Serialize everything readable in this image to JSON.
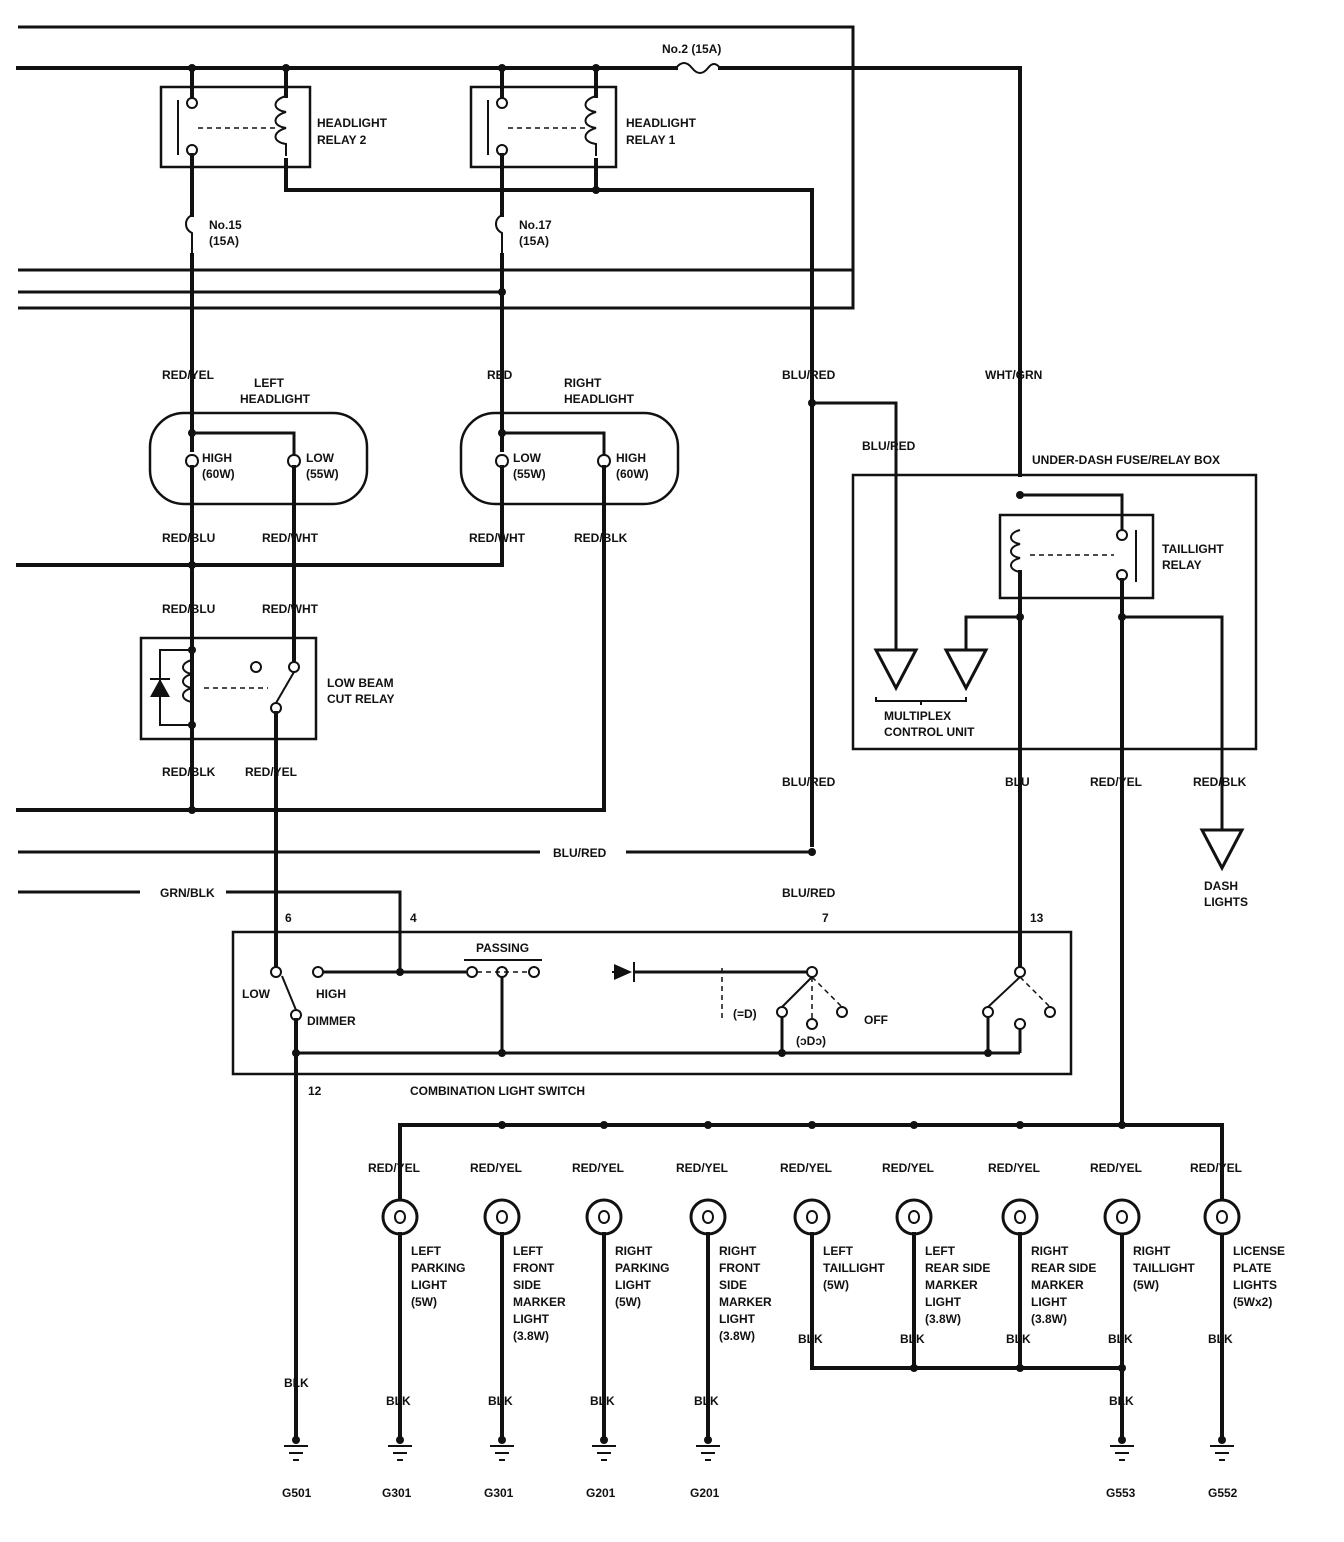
{
  "fuses": {
    "main_fuse": "No.2 (15A)",
    "fuse_15": "No.15",
    "fuse_15_rating": "(15A)",
    "fuse_17": "No.17",
    "fuse_17_rating": "(15A)"
  },
  "relays": {
    "headlight_relay_2": [
      "HEADLIGHT",
      "RELAY 2"
    ],
    "headlight_relay_1": [
      "HEADLIGHT",
      "RELAY 1"
    ],
    "low_beam_cut_relay": [
      "LOW BEAM",
      "CUT RELAY"
    ],
    "taillight_relay": [
      "TAILLIGHT",
      "RELAY"
    ]
  },
  "headlights": {
    "left_title": [
      "LEFT",
      "HEADLIGHT"
    ],
    "left_high": "HIGH",
    "left_high_w": "(60W)",
    "left_low": "LOW",
    "left_low_w": "(55W)",
    "right_title": [
      "RIGHT",
      "HEADLIGHT"
    ],
    "right_low": "LOW",
    "right_low_w": "(55W)",
    "right_high": "HIGH",
    "right_high_w": "(60W)"
  },
  "wire_labels": {
    "red_yel_1": "RED/YEL",
    "red_1": "RED",
    "blu_red_1": "BLU/RED",
    "wht_grn": "WHT/GRN",
    "blu_red_2": "BLU/RED",
    "red_blu_1": "RED/BLU",
    "red_wht_1": "RED/WHT",
    "red_wht_2": "RED/WHT",
    "red_blk_1": "RED/BLK",
    "red_blu_2": "RED/BLU",
    "red_wht_3": "RED/WHT",
    "red_blk_2": "RED/BLK",
    "red_yel_2": "RED/YEL",
    "blu_red_3": "BLU/RED",
    "blu": "BLU",
    "red_yel_3": "RED/YEL",
    "red_blk_3": "RED/BLK",
    "blu_red_h": "BLU/RED",
    "grn_blk": "GRN/BLK",
    "blu_red_4": "BLU/RED",
    "blk_main": "BLK"
  },
  "fuse_box": {
    "title": "UNDER-DASH FUSE/RELAY BOX",
    "multiplex": [
      "MULTIPLEX",
      "CONTROL  UNIT"
    ],
    "dash_lights": [
      "DASH",
      "LIGHTS"
    ]
  },
  "switch": {
    "title": "COMBINATION LIGHT SWITCH",
    "pin_6": "6",
    "pin_4": "4",
    "pin_7": "7",
    "pin_13": "13",
    "pin_12": "12",
    "passing": "PASSING",
    "low": "LOW",
    "high": "HIGH",
    "dimmer": "DIMMER",
    "off": "OFF",
    "pos_a": "(=D)",
    "pos_b": "(ᴐDᴐ)"
  },
  "bulbs": [
    {
      "wire": "RED/YEL",
      "lines": [
        "LEFT",
        "PARKING",
        "LIGHT",
        "(5W)"
      ],
      "gnd_wire": "BLK",
      "ground": "G301"
    },
    {
      "wire": "RED/YEL",
      "lines": [
        "LEFT",
        "FRONT",
        "SIDE",
        "MARKER",
        "LIGHT",
        "(3.8W)"
      ],
      "gnd_wire": "BLK",
      "ground": "G301"
    },
    {
      "wire": "RED/YEL",
      "lines": [
        "RIGHT",
        "PARKING",
        "LIGHT",
        "(5W)"
      ],
      "gnd_wire": "BLK",
      "ground": "G201"
    },
    {
      "wire": "RED/YEL",
      "lines": [
        "RIGHT",
        "FRONT",
        "SIDE",
        "MARKER",
        "LIGHT",
        "(3.8W)"
      ],
      "gnd_wire": "BLK",
      "ground": "G201"
    },
    {
      "wire": "RED/YEL",
      "lines": [
        "LEFT",
        "TAILLIGHT",
        "(5W)"
      ],
      "gnd_wire": "BLK"
    },
    {
      "wire": "RED/YEL",
      "lines": [
        "LEFT",
        "REAR SIDE",
        "MARKER",
        "LIGHT",
        "(3.8W)"
      ],
      "gnd_wire": "BLK"
    },
    {
      "wire": "RED/YEL",
      "lines": [
        "RIGHT",
        "REAR SIDE",
        "MARKER",
        "LIGHT",
        "(3.8W)"
      ],
      "gnd_wire": "BLK"
    },
    {
      "wire": "RED/YEL",
      "lines": [
        "RIGHT",
        "TAILLIGHT",
        "(5W)"
      ],
      "gnd_wire": "BLK"
    },
    {
      "wire": "RED/YEL",
      "lines": [
        "LICENSE",
        "PLATE",
        "LIGHTS",
        "(5Wx2)"
      ],
      "gnd_wire": "BLK"
    }
  ],
  "grounds": {
    "g501": "G501",
    "g553": "G553",
    "g552": "G552",
    "blk_553": "BLK"
  }
}
